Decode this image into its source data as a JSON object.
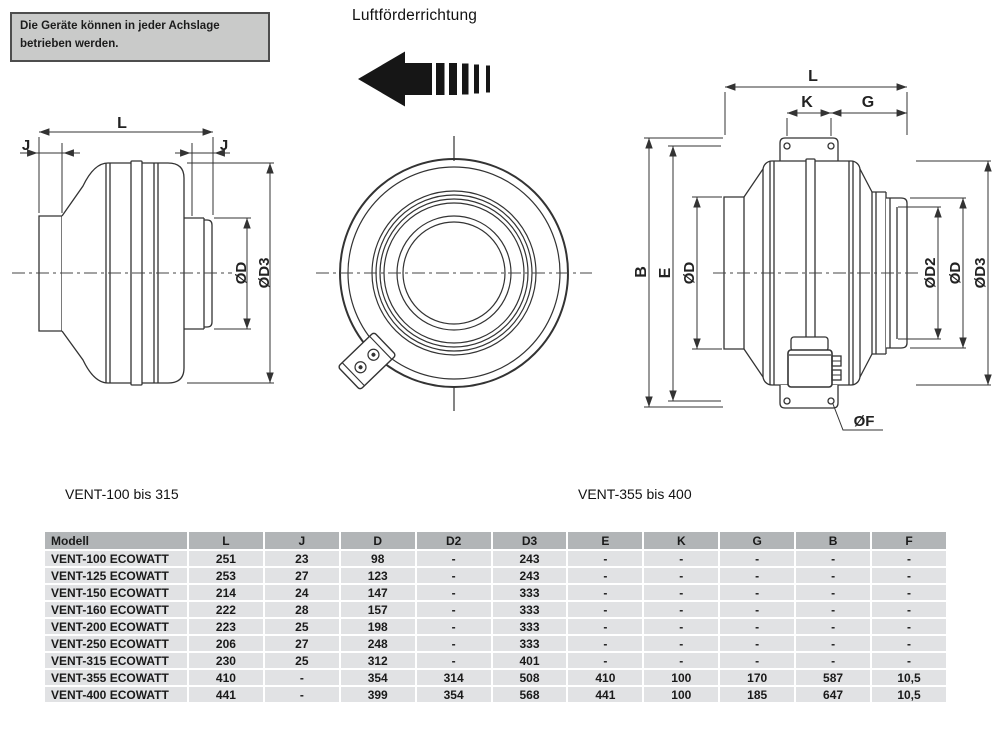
{
  "note": {
    "text": "Die Geräte können in jeder Achslage betrieben werden."
  },
  "flow": {
    "label": "Luftförderrichtung",
    "arrow_icon": "left-arrow-with-speed-bars"
  },
  "sections": {
    "small_models": "VENT-100 bis 315",
    "large_models": "VENT-355 bis 400"
  },
  "drawings": {
    "small": {
      "length": "L",
      "j_left": "J",
      "j_right": "J",
      "dia_d": "ØD",
      "dia_d3": "ØD3"
    },
    "large": {
      "length": "L",
      "k": "K",
      "g": "G",
      "b": "B",
      "e": "E",
      "dia_d_left": "ØD",
      "dia_d2": "ØD2",
      "dia_d_right": "ØD",
      "dia_d3": "ØD3",
      "dia_f": "ØF"
    }
  },
  "table": {
    "columns": [
      "Modell",
      "L",
      "J",
      "D",
      "D2",
      "D3",
      "E",
      "K",
      "G",
      "B",
      "F"
    ],
    "rows": [
      [
        "VENT-100 ECOWATT",
        "251",
        "23",
        "98",
        "-",
        "243",
        "-",
        "-",
        "-",
        "-",
        "-"
      ],
      [
        "VENT-125 ECOWATT",
        "253",
        "27",
        "123",
        "-",
        "243",
        "-",
        "-",
        "-",
        "-",
        "-"
      ],
      [
        "VENT-150 ECOWATT",
        "214",
        "24",
        "147",
        "-",
        "333",
        "-",
        "-",
        "-",
        "-",
        "-"
      ],
      [
        "VENT-160 ECOWATT",
        "222",
        "28",
        "157",
        "-",
        "333",
        "-",
        "-",
        "-",
        "-",
        "-"
      ],
      [
        "VENT-200 ECOWATT",
        "223",
        "25",
        "198",
        "-",
        "333",
        "-",
        "-",
        "-",
        "-",
        "-"
      ],
      [
        "VENT-250 ECOWATT",
        "206",
        "27",
        "248",
        "-",
        "333",
        "-",
        "-",
        "-",
        "-",
        "-"
      ],
      [
        "VENT-315 ECOWATT",
        "230",
        "25",
        "312",
        "-",
        "401",
        "-",
        "-",
        "-",
        "-",
        "-"
      ],
      [
        "VENT-355 ECOWATT",
        "410",
        "-",
        "354",
        "314",
        "508",
        "410",
        "100",
        "170",
        "587",
        "10,5"
      ],
      [
        "VENT-400 ECOWATT",
        "441",
        "-",
        "399",
        "354",
        "568",
        "441",
        "100",
        "185",
        "647",
        "10,5"
      ]
    ]
  },
  "colors": {
    "table_header_bg": "#b2b5b7",
    "table_row_bg": "#e1e2e4",
    "note_bg": "#c9cac9",
    "note_border": "#4e4e4e",
    "line": "#333333"
  }
}
